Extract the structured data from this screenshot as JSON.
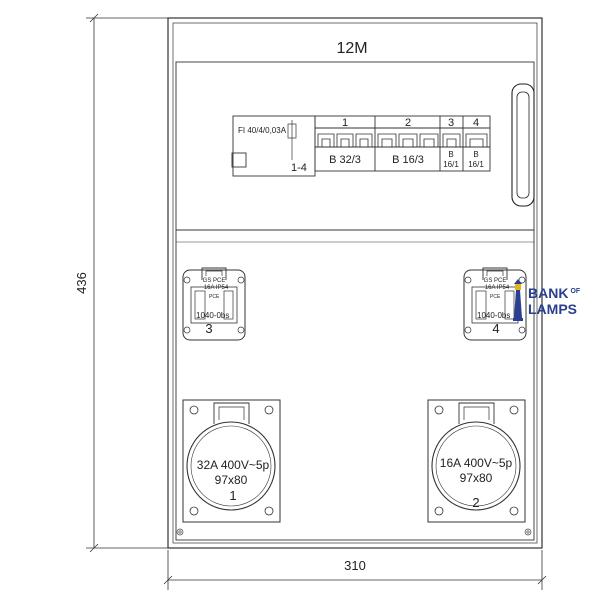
{
  "dimensions": {
    "height": "436",
    "width": "310"
  },
  "enclosure": {
    "label": "12M"
  },
  "rcd": {
    "label": "FI 40/4/0,03A",
    "group": "1-4"
  },
  "breakers": [
    {
      "number": "1",
      "rating": "B 32/3"
    },
    {
      "number": "2",
      "rating": "B 16/3"
    },
    {
      "number": "3",
      "rating_line1": "B",
      "rating_line2": "16/1"
    },
    {
      "number": "4",
      "rating_line1": "B",
      "rating_line2": "16/1"
    }
  ],
  "schuko_sockets": [
    {
      "number": "3",
      "label_top": "GS PCE",
      "label_rating": "16A IP54",
      "brand": "PCE",
      "code": "1040-0bs"
    },
    {
      "number": "4",
      "label_top": "GS PCE",
      "label_rating": "16A IP54",
      "brand": "PCE",
      "code": "1040-0bs"
    }
  ],
  "cee_sockets": [
    {
      "number": "1",
      "rating": "32A 400V~5p",
      "size": "97x80"
    },
    {
      "number": "2",
      "rating": "16A 400V~5p",
      "size": "97x80"
    }
  ],
  "watermark": {
    "line1": "BANK",
    "line1_small": "OF",
    "line2": "LAMPS",
    "color": "#2a3f8f"
  }
}
